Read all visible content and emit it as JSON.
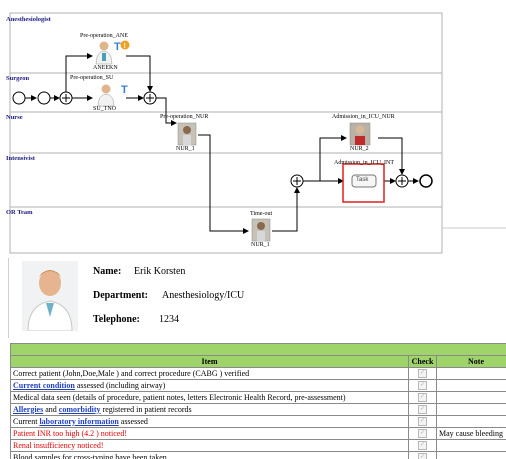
{
  "lanes": [
    "Anesthesiologist",
    "Surgeon",
    "Nurse",
    "Intensivist",
    "OR Team"
  ],
  "tasks": {
    "pre_op_ane": "Pre-operation_ANE",
    "pre_op_su": "Pre-operation_SU",
    "pre_op_nur": "Pre-operation_NUR",
    "admission_icu_nur": "Admission_in_ICU_NUR",
    "admission_icu_int": "Admission_in_ICU_INT",
    "time_out": "Time-out",
    "task_box": "Task"
  },
  "people": {
    "ane": "ANEEKN",
    "su": "SU_TNO",
    "nur_pre": "NUR_1",
    "nur_icu": "NUR_2",
    "nur_timeout": "NUR_1"
  },
  "profile": {
    "name_label": "Name:",
    "name_value": "Erik Korsten",
    "dept_label": "Department:",
    "dept_value": "Anesthesiology/ICU",
    "phone_label": "Telephone:",
    "phone_value": "1234"
  },
  "checklist": {
    "headers": [
      "Item",
      "Check",
      "Note"
    ],
    "rows": [
      {
        "pre": "Correct patient (John,Doe,Male ) and correct procedure (CABG ) verified",
        "link": "",
        "post": "",
        "style": "normal",
        "note": ""
      },
      {
        "pre": "",
        "link": "Current condition",
        "post": " assessed (including airway)",
        "style": "normal",
        "note": ""
      },
      {
        "pre": "Medical data seen (details of procedure, patient notes, letters Electronic Health Record, pre-assessment)",
        "link": "",
        "post": "",
        "style": "normal",
        "note": ""
      },
      {
        "pre": "",
        "link": "Allergies",
        "post": " and ",
        "link2": "comorbidity",
        "post2": " registered in patient records",
        "style": "normal",
        "note": ""
      },
      {
        "pre": "Current ",
        "link": "laboratory information",
        "post": " assessed",
        "style": "normal",
        "note": ""
      },
      {
        "pre": "Patient INR too high (4.2 ) noticed!",
        "link": "",
        "post": "",
        "style": "warn",
        "note": "May cause bleeding"
      },
      {
        "pre": "Renal insufficiency noticed!",
        "link": "",
        "post": "",
        "style": "warn",
        "note": ""
      },
      {
        "pre": "Blood samples for cross-typing have been taken",
        "link": "",
        "post": "",
        "style": "normal",
        "note": ""
      }
    ]
  },
  "colors": {
    "lane_label": "#1a1a80",
    "header_green": "#9fd46b",
    "link_blue": "#1f3fbf",
    "warning_red": "#e00000",
    "selection_red": "#e02020",
    "badge_orange": "#f0a020",
    "badge_blue": "#3a7fd0"
  }
}
